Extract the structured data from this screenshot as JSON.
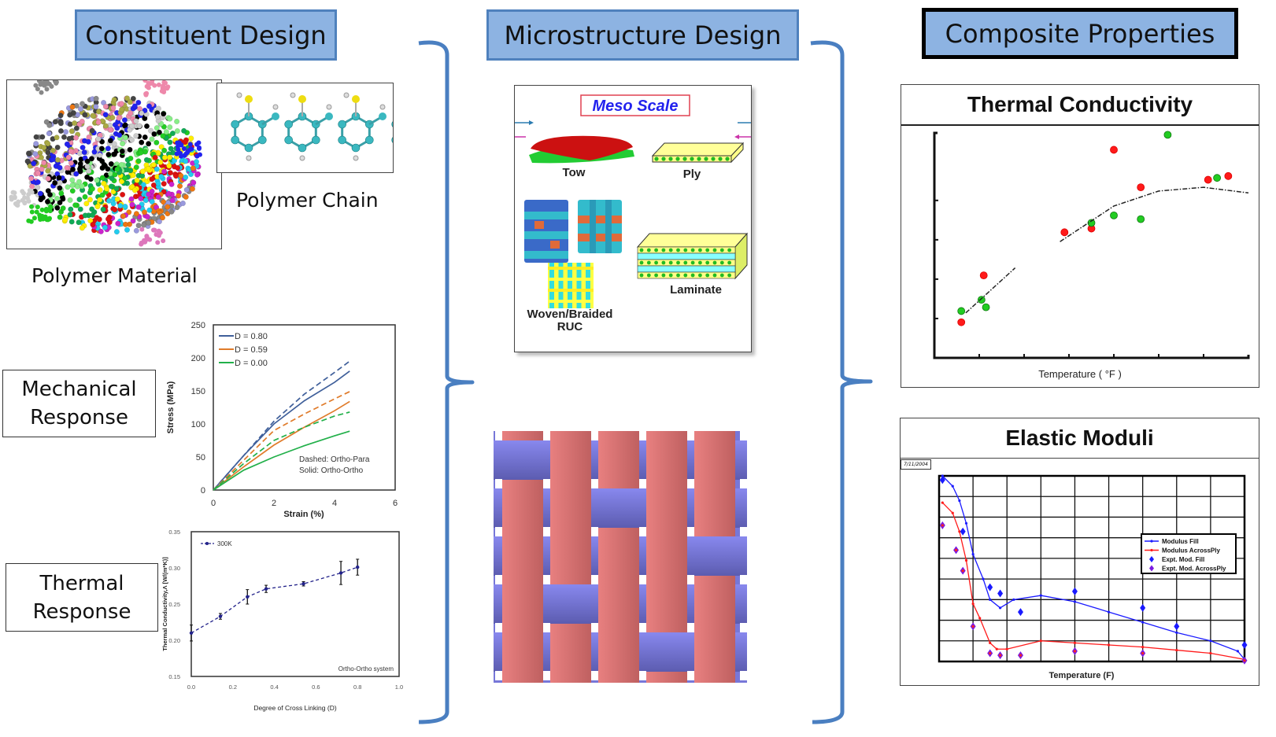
{
  "headers": {
    "constituent": "Constituent Design",
    "microstructure": "Microstructure Design",
    "composite": "Composite Properties"
  },
  "constituent": {
    "polymer_material_label": "Polymer Material",
    "polymer_chain_label": "Polymer Chain",
    "mechanical_label_line1": "Mechanical",
    "mechanical_label_line2": "Response",
    "thermal_label_line1": "Thermal",
    "thermal_label_line2": "Response"
  },
  "meso": {
    "title": "Meso Scale",
    "tow": "Tow",
    "ply": "Ply",
    "woven_line1": "Woven/Braided",
    "woven_line2": "RUC",
    "laminate": "Laminate"
  },
  "colors": {
    "header_fill": "#8db3e2",
    "header_border": "#4f81bd",
    "bracket": "#4a7fc1",
    "weave_red": "#d4726f",
    "weave_blue": "#7777d8"
  },
  "chart_data": [
    {
      "id": "stress-strain",
      "type": "line",
      "xlabel": "Strain (%)",
      "ylabel": "Stress (MPa)",
      "xlim": [
        0,
        6
      ],
      "ylim": [
        0,
        250
      ],
      "xticks": [
        0,
        2,
        4,
        6
      ],
      "yticks": [
        0,
        50,
        100,
        150,
        200,
        250
      ],
      "legend": [
        "D = 0.80",
        "D = 0.59",
        "D = 0.00"
      ],
      "annotation_line1": "Dashed: Ortho-Para",
      "annotation_line2": "Solid:    Ortho-Ortho",
      "series": [
        {
          "name": "D = 0.80",
          "style": "solid",
          "color": "#3f5f9a",
          "x": [
            0,
            1,
            2,
            3,
            4,
            4.5
          ],
          "y": [
            0,
            52,
            100,
            135,
            163,
            180
          ]
        },
        {
          "name": "D = 0.80",
          "style": "dashed",
          "color": "#3f5f9a",
          "x": [
            0,
            1,
            2,
            3,
            4,
            4.5
          ],
          "y": [
            0,
            52,
            104,
            145,
            178,
            195
          ]
        },
        {
          "name": "D = 0.59",
          "style": "solid",
          "color": "#e07b2a",
          "x": [
            0,
            1,
            2,
            3,
            4,
            4.5
          ],
          "y": [
            0,
            35,
            68,
            95,
            120,
            134
          ]
        },
        {
          "name": "D = 0.59",
          "style": "dashed",
          "color": "#e07b2a",
          "x": [
            0,
            1,
            2,
            3,
            4,
            4.5
          ],
          "y": [
            0,
            45,
            90,
            115,
            138,
            149
          ]
        },
        {
          "name": "D = 0.00",
          "style": "solid",
          "color": "#22b04a",
          "x": [
            0,
            1,
            2,
            3,
            4,
            4.5
          ],
          "y": [
            0,
            30,
            50,
            67,
            82,
            89
          ]
        },
        {
          "name": "D = 0.00",
          "style": "dashed",
          "color": "#22b04a",
          "x": [
            0,
            1,
            2,
            3,
            4,
            4.5
          ],
          "y": [
            0,
            40,
            75,
            95,
            112,
            118
          ]
        }
      ]
    },
    {
      "id": "thermal-cross-linking",
      "type": "line",
      "xlabel": "Degree of Cross Linking (D)",
      "ylabel": "Thermal Conductivity,Λ [W/(m*K)]",
      "xlim": [
        0,
        1
      ],
      "ylim": [
        0.15,
        0.35
      ],
      "xticks": [
        "0.0",
        "0.2",
        "0.4",
        "0.6",
        "0.8",
        "1.0"
      ],
      "yticks": [
        "0.15",
        "0.20",
        "0.25",
        "0.30",
        "0.35"
      ],
      "legend": [
        "300K"
      ],
      "annotation": "Ortho-Ortho system",
      "series": [
        {
          "name": "300K",
          "x": [
            0.0,
            0.14,
            0.27,
            0.36,
            0.54,
            0.72,
            0.8
          ],
          "y": [
            0.21,
            0.233,
            0.26,
            0.271,
            0.278,
            0.293,
            0.301
          ],
          "err": [
            0.011,
            0.004,
            0.01,
            0.005,
            0.003,
            0.016,
            0.011
          ]
        }
      ]
    },
    {
      "id": "composite-thermal-conductivity",
      "type": "scatter",
      "title": "Thermal Conductivity",
      "xlabel": "Temperature ( °F )",
      "xlim": [
        0,
        7
      ],
      "ylim": [
        0,
        6
      ],
      "series": [
        {
          "name": "red",
          "color": "#ff1a1a",
          "x": [
            0.6,
            1.1,
            2.9,
            3.5,
            4.0,
            4.6,
            6.1,
            6.55
          ],
          "y": [
            0.95,
            2.2,
            3.35,
            3.45,
            5.55,
            4.55,
            4.75,
            4.85
          ]
        },
        {
          "name": "green",
          "color": "#22cc22",
          "x": [
            0.6,
            1.05,
            1.15,
            3.5,
            4.0,
            4.6,
            5.2,
            6.3
          ],
          "y": [
            1.25,
            1.55,
            1.35,
            3.6,
            3.8,
            3.7,
            5.95,
            4.8
          ]
        },
        {
          "name": "trend-low",
          "color": "#222222",
          "style": "dashdot",
          "x": [
            0.7,
            1.8
          ],
          "y": [
            1.2,
            2.4
          ]
        },
        {
          "name": "trend-high",
          "color": "#222222",
          "style": "dashdot",
          "x": [
            2.8,
            4.0,
            5.0,
            6.0,
            7.0
          ],
          "y": [
            3.1,
            4.05,
            4.45,
            4.55,
            4.4
          ]
        }
      ]
    },
    {
      "id": "elastic-moduli",
      "type": "line",
      "title": "Elastic Moduli",
      "xlabel": "Temperature (F)",
      "date_stamp": "7/11/2004",
      "xlim": [
        0,
        9
      ],
      "ylim": [
        0,
        9
      ],
      "legend": [
        "Modulus Fill",
        "Modulus AcrossPly",
        "Expt. Mod. Fill",
        "Expt. Mod. AcrossPly"
      ],
      "series": [
        {
          "name": "Modulus Fill",
          "color": "#1a1aff",
          "x": [
            0.1,
            0.4,
            0.6,
            0.8,
            1.0,
            1.3,
            1.5,
            1.8,
            2.2,
            3.0,
            4.0,
            5.0,
            6.0,
            7.0,
            8.0,
            8.8,
            9.0
          ],
          "y": [
            9.0,
            8.5,
            7.8,
            6.7,
            5.2,
            4.0,
            3.0,
            2.6,
            3.0,
            3.2,
            2.9,
            2.4,
            1.9,
            1.4,
            1.0,
            0.5,
            0.1
          ]
        },
        {
          "name": "Modulus AcrossPly",
          "color": "#ff1a1a",
          "x": [
            0.1,
            0.4,
            0.6,
            0.8,
            1.0,
            1.2,
            1.5,
            1.7,
            2.0,
            3.0,
            4.0,
            5.0,
            6.0,
            7.0,
            8.0,
            9.0
          ],
          "y": [
            7.7,
            7.2,
            6.3,
            4.9,
            2.8,
            2.1,
            0.9,
            0.6,
            0.6,
            1.0,
            0.9,
            0.8,
            0.7,
            0.55,
            0.4,
            0.1
          ]
        },
        {
          "name": "Expt. Mod. Fill",
          "color": "#1a1aff",
          "x": [
            0.1,
            0.7,
            1.5,
            1.8,
            2.4,
            4.0,
            6.0,
            7.0,
            9.0
          ],
          "y": [
            8.8,
            6.3,
            3.6,
            3.3,
            2.4,
            3.4,
            2.6,
            1.7,
            0.8
          ]
        },
        {
          "name": "Expt. Mod. AcrossPly",
          "color": "#6a1ad8",
          "x": [
            0.1,
            0.5,
            0.7,
            1.0,
            1.5,
            1.8,
            2.4,
            4.0,
            6.0,
            9.0
          ],
          "y": [
            6.6,
            5.4,
            4.4,
            1.7,
            0.4,
            0.3,
            0.3,
            0.5,
            0.4,
            0.05
          ]
        }
      ]
    }
  ]
}
